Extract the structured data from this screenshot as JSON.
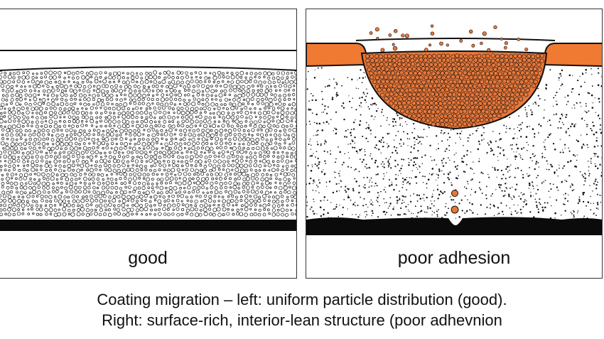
{
  "panels": [
    {
      "label": "good"
    },
    {
      "label": "poor adhesion"
    }
  ],
  "caption": {
    "line1": "Coating migration – left: uniform particle distribution (good).",
    "line2": "Right: surface-rich, interior-lean structure (poor adhevnion"
  },
  "colors": {
    "outline": "#111111",
    "substrate": "#0b0b0b",
    "particle_orange": "#e8783a",
    "coating_orange": "#f07a32"
  }
}
